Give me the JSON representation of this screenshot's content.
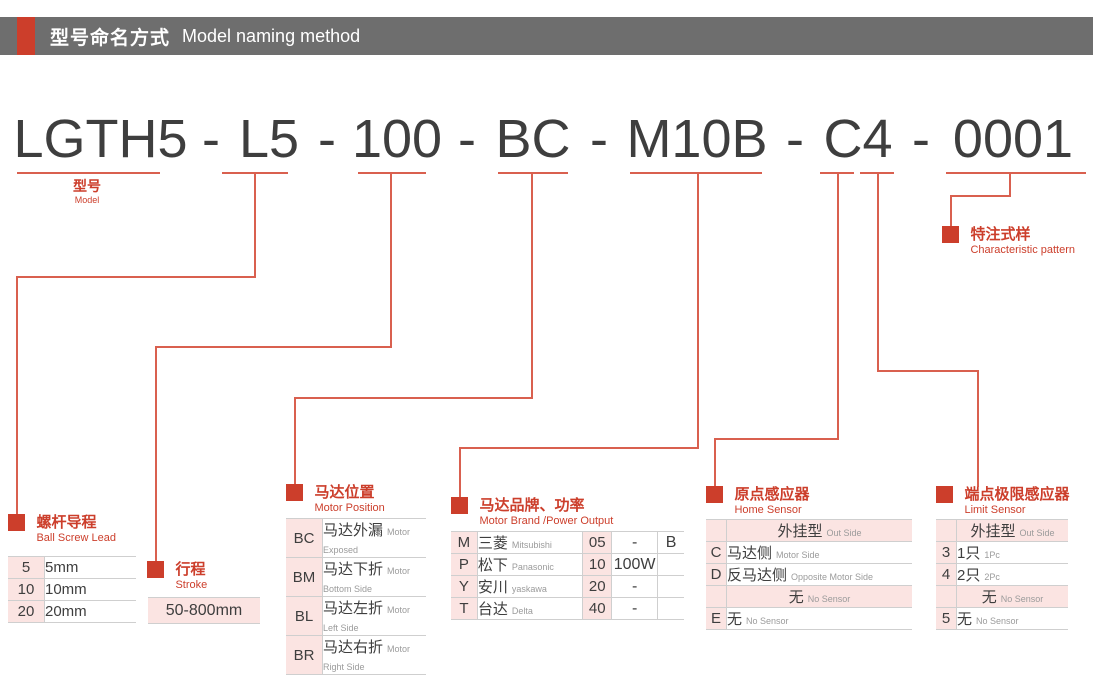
{
  "header": {
    "accent_color": "#cc3e2b",
    "bar_color": "#6e6e6e",
    "title_cn": "型号命名方式",
    "title_en": "Model naming method"
  },
  "model_code": {
    "segments": [
      "LGTH5",
      "L5",
      "100",
      "BC",
      "M10B",
      "C4",
      "0001"
    ],
    "separator": "-"
  },
  "callouts": {
    "model": {
      "cn": "型号",
      "en": "Model"
    },
    "lead": {
      "cn": "螺杆导程",
      "en": "Ball Screw Lead"
    },
    "stroke": {
      "cn": "行程",
      "en": "Stroke"
    },
    "motor_pos": {
      "cn": "马达位置",
      "en": "Motor Position"
    },
    "motor_brand": {
      "cn": "马达品牌、功率",
      "en": "Motor Brand /Power Output"
    },
    "home_sensor": {
      "cn": "原点感应器",
      "en": "Home Sensor"
    },
    "limit_sensor": {
      "cn": "端点极限感应器",
      "en": "Limit Sensor"
    },
    "characteristic": {
      "cn": "特注式样",
      "en": "Characteristic pattern"
    }
  },
  "tables": {
    "ball_screw_lead": {
      "rows": [
        {
          "code": "5",
          "value": "5mm"
        },
        {
          "code": "10",
          "value": "10mm"
        },
        {
          "code": "20",
          "value": "20mm"
        }
      ]
    },
    "stroke": {
      "value": "50-800mm"
    },
    "motor_position": {
      "rows": [
        {
          "code": "BC",
          "cn": "马达外漏",
          "en": "Motor Exposed"
        },
        {
          "code": "BM",
          "cn": "马达下折",
          "en": "Motor Bottom  Side"
        },
        {
          "code": "BL",
          "cn": "马达左折",
          "en": "Motor Left Side"
        },
        {
          "code": "BR",
          "cn": "马达右折",
          "en": "Motor Right Side"
        }
      ]
    },
    "motor_brand": {
      "rows": [
        {
          "code": "M",
          "cn": "三菱",
          "en": "Mitsubishi",
          "power_code": "05",
          "power": "-",
          "suffix": "B"
        },
        {
          "code": "P",
          "cn": "松下",
          "en": "Panasonic",
          "power_code": "10",
          "power": "100W",
          "suffix": ""
        },
        {
          "code": "Y",
          "cn": "安川",
          "en": "yaskawa",
          "power_code": "20",
          "power": "-",
          "suffix": ""
        },
        {
          "code": "T",
          "cn": "台达",
          "en": "Delta",
          "power_code": "40",
          "power": "-",
          "suffix": ""
        }
      ]
    },
    "home_sensor": {
      "rows": [
        {
          "code": "",
          "cn": "外挂型",
          "en": "Out Side",
          "shaded": true
        },
        {
          "code": "C",
          "cn": "马达侧",
          "en": "Motor Side",
          "shaded": false
        },
        {
          "code": "D",
          "cn": "反马达侧",
          "en": "Opposite Motor Side",
          "shaded": false
        },
        {
          "code": "",
          "cn": "无",
          "en": "No Sensor",
          "shaded": true
        },
        {
          "code": "E",
          "cn": "无",
          "en": "No Sensor",
          "shaded": false
        }
      ]
    },
    "limit_sensor": {
      "rows": [
        {
          "code": "",
          "cn": "外挂型",
          "en": "Out Side",
          "shaded": true
        },
        {
          "code": "3",
          "cn": "1只",
          "en": "1Pc",
          "shaded": false
        },
        {
          "code": "4",
          "cn": "2只",
          "en": "2Pc",
          "shaded": false
        },
        {
          "code": "",
          "cn": "无",
          "en": "No Sensor",
          "shaded": true
        },
        {
          "code": "5",
          "cn": "无",
          "en": "No Sensor",
          "shaded": false
        }
      ]
    }
  }
}
